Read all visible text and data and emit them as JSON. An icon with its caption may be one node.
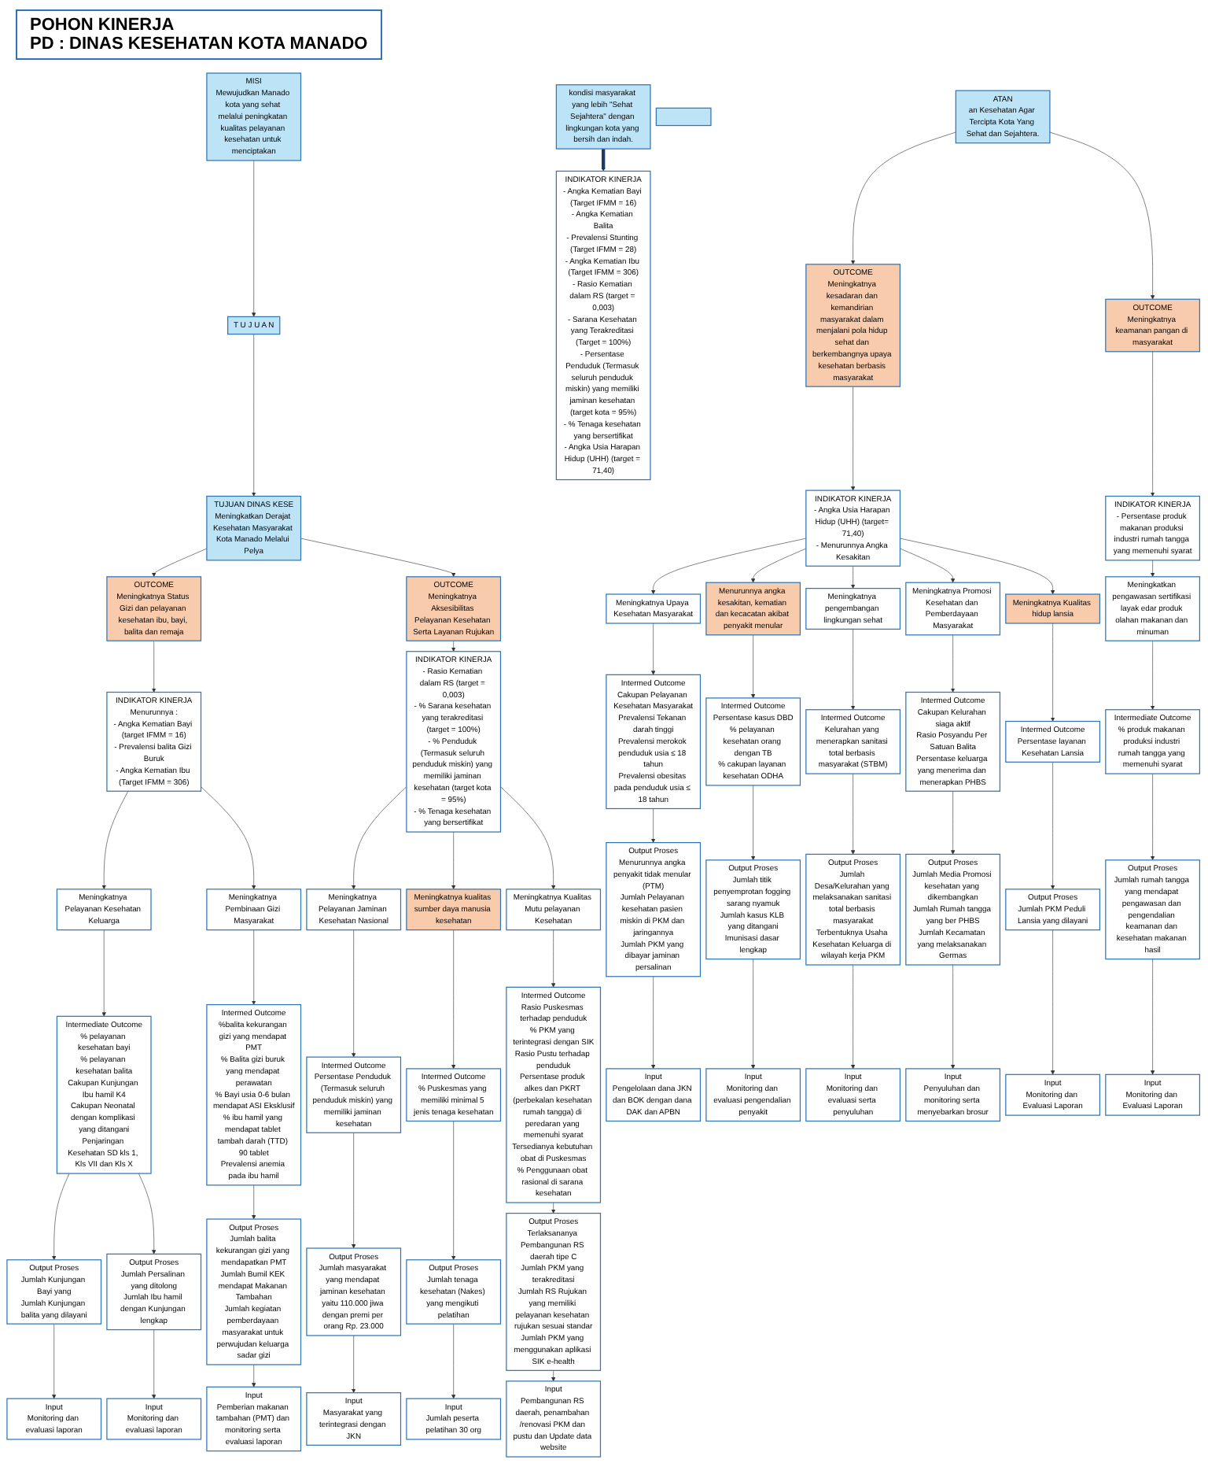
{
  "diagram": {
    "title": "POHON KINERJA",
    "nodes": [
      {
        "text": [
          "MISI",
          "Mewujudkan Manado kota yang sehat melalui peningkatan kualitas pelayanan kesehatan untuk menciptakan"
        ]
      },
      {
        "text": [
          "T U J U A N"
        ]
      },
      {
        "text": [
          "TUJUAN DINAS KESE",
          "Meningkatkan Derajat Kesehatan Masyarakat Kota Manado Melalui Pelya"
        ]
      },
      {
        "text": [
          "OUTCOME",
          "Meningkatnya Status Gizi dan pelayanan kesehatan ibu, bayi, balita dan remaja"
        ]
      },
      {
        "text": [
          "INDIKATOR KINERJA",
          "Menurunnya :",
          "- Angka Kematian Bayi (target IFMM = 16)",
          "- Prevalensi balita Gizi Buruk",
          "- Angka Kematian Ibu (Target IFMM = 306)"
        ]
      },
      {
        "text": [
          "Meningkatnya Pelayanan Kesehatan Keluarga"
        ]
      },
      {
        "text": [
          "Intermediate Outcome",
          "% pelayanan kesehatan bayi",
          "% pelayanan kesehatan balita",
          "Cakupan Kunjungan Ibu hamil K4",
          "Cakupan Neonatal dengan komplikasi yang ditangani",
          "Penjaringan Kesehatan SD kls 1, Kls VII dan Kls X"
        ]
      },
      {
        "text": [
          "Output Proses",
          "Jumlah Kunjungan Bayi yang",
          "Jumlah Kunjungan balita yang dilayani"
        ]
      },
      {
        "text": [
          "Output Proses",
          "Jumlah Persalinan yang ditolong",
          "Jumlah Ibu hamil dengan Kunjungan lengkap"
        ]
      },
      {
        "text": [
          "Input",
          "Monitoring dan evaluasi laporan"
        ]
      },
      {
        "text": [
          "Input",
          "Monitoring dan evaluasi laporan"
        ]
      },
      {
        "text": [
          "Meningkatnya Pembinaan Gizi Masyarakat"
        ]
      },
      {
        "text": [
          "Intermed Outcome",
          "%balita kekurangan gizi yang mendapat PMT",
          "% Balita gizi buruk yang mendapat perawatan",
          "% Bayi usia 0-6 bulan mendapat ASI Eksklusif",
          "% ibu hamil yang mendapat tablet tambah darah (TTD) 90 tablet",
          "Prevalensi anemia pada ibu hamil"
        ]
      },
      {
        "text": [
          "Output Proses",
          "Jumlah balita kekurangan gizi yang mendapatkan PMT",
          "Jumlah Bumil KEK mendapat Makanan Tambahan",
          "Jumlah kegiatan pemberdayaan masyarakat untuk perwujudan keluarga sadar gizi"
        ]
      },
      {
        "text": [
          "Input",
          "Pemberian makanan tambahan (PMT) dan monitoring serta evaluasi laporan"
        ]
      },
      {
        "text": [
          "OUTCOME",
          "Meningkatnya Aksesibilitas Pelayanan Kesehatan Serta Layanan Rujukan"
        ]
      },
      {
        "text": [
          "INDIKATOR KINERJA",
          "- Rasio Kematian dalam RS (target = 0,003)",
          "- % Sarana kesehatan yang terakreditasi (target = 100%)",
          "- % Penduduk (Termasuk seluruh penduduk miskin) yang memiliki jaminan kesehatan (target kota = 95%)",
          "- % Tenaga kesehatan yang bersertifikat"
        ]
      },
      {
        "text": [
          "Meningkatnya Pelayanan Jaminan Kesehatan Nasional"
        ]
      },
      {
        "text": [
          "Intermed Outcome",
          "Persentase Penduduk (Termasuk seluruh penduduk miskin) yang memiliki jaminan kesehatan"
        ]
      },
      {
        "text": [
          "Output Proses",
          "Jumlah masyarakat yang mendapat jaminan kesehatan yaitu 110.000 jiwa dengan premi per orang Rp. 23.000"
        ]
      },
      {
        "text": [
          "Input",
          "Masyarakat yang terintegrasi dengan JKN"
        ]
      },
      {
        "text": [
          "Meningkatnya kualitas sumber daya manusia kesehatan"
        ]
      },
      {
        "text": [
          "Intermed Outcome",
          "% Puskesmas yang memiliki minimal 5 jenis tenaga kesehatan"
        ]
      },
      {
        "text": [
          "Output Proses",
          "Jumlah tenaga kesehatan (Nakes) yang mengikuti pelatihan"
        ]
      },
      {
        "text": [
          "Input",
          "Jumlah peserta pelatihan 30 org"
        ]
      },
      {
        "text": [
          "Meningkatnya Kualitas Mutu pelayanan Kesehatan"
        ]
      },
      {
        "text": [
          "Intermed Outcome",
          "Rasio Puskesmas terhadap penduduk",
          "% PKM yang terintegrasi dengan SIK",
          "Rasio Pustu terhadap penduduk",
          "Persentase produk alkes dan PKRT (perbekalan kesehatan rumah tangga) di peredaran yang memenuhi syarat",
          "Tersedianya kebutuhan obat di Puskesmas",
          "% Penggunaan obat rasional di sarana kesehatan"
        ]
      },
      {
        "text": [
          "Output Proses",
          "Terlaksananya Pembangunan RS daerah tipe C",
          "Jumlah PKM yang terakreditasi",
          "Jumlah RS Rujukan yang memiliki pelayanan kesehatan rujukan sesuai standar",
          "Jumlah PKM yang menggunakan aplikasi SIK e-health"
        ]
      },
      {
        "text": [
          "Input",
          "Pembangunan RS daerah, penambahan /renovasi PKM dan pustu dan Update data website"
        ]
      },
      {
        "text": [
          "kondisi masyarakat yang lebih \"Sehat Sejahtera\" dengan lingkungan kota yang bersih dan indah."
        ]
      },
      {
        "text": [],
        "shape": "box"
      },
      {
        "text": [
          "ATAN",
          "an Kesehatan Agar Tercipta Kota Yang Sehat dan Sejahtera."
        ]
      },
      {
        "text": [
          "INDIKATOR KINERJA",
          "- Angka Kematian Bayi (Target IFMM = 16)",
          "- Angka Kematian Balita",
          "- Prevalensi Stunting (Target IFMM = 28)",
          "- Angka Kematian Ibu (Target IFMM = 306)",
          "- Rasio Kematian dalam RS (target = 0,003)",
          "- Sarana Kesehatan yang Terakreditasi (Target = 100%)",
          "- Persentase Penduduk (Termasuk seluruh penduduk miskin) yang memiliki jaminan kesehatan (target kota = 95%)",
          "- % Tenaga kesehatan yang bersertifikat",
          "- Angka Usia Harapan Hidup (UHH) (target = 71,40)"
        ]
      },
      {
        "text": [
          "OUTCOME",
          "Meningkatnya kesadaran dan kemandirian masyarakat dalam menjalani pola hidup sehat dan berkembangnya upaya kesehatan berbasis masyarakat"
        ]
      },
      {
        "text": [
          "INDIKATOR KINERJA",
          "- Angka Usia Harapan Hidup (UHH) (target= 71,40)",
          "- Menurunnya Angka Kesakitan"
        ]
      },
      {
        "text": [
          "Meningkatnya Upaya Kesehatan Masyarakat"
        ]
      },
      {
        "text": [
          "Intermed Outcome",
          "Cakupan Pelayanan Kesehatan Masyarakat",
          "Prevalensi Tekanan darah tinggi",
          "Prevalensi merokok penduduk usia ≤ 18 tahun",
          "Prevalensi obesitas pada penduduk usia ≤ 18 tahun"
        ]
      },
      {
        "text": [
          "Output Proses",
          "Menurunnya angka penyakit tidak menular (PTM)",
          "Jumlah Pelayanan kesehatan pasien miskin di PKM dan jaringannya",
          "Jumlah PKM yang dibayar jaminan persalinan"
        ]
      },
      {
        "text": [
          "Input",
          "Pengelolaan dana JKN dan BOK dengan dana DAK dan APBN"
        ]
      },
      {
        "text": [
          "Menurunnya angka kesakitan, kematian dan kecacatan akibat penyakit menular"
        ]
      },
      {
        "text": [
          "Intermed Outcome",
          "Persentase kasus DBD",
          "% pelayanan kesehatan orang dengan TB",
          "% cakupan layanan kesehatan ODHA"
        ]
      },
      {
        "text": [
          "Output Proses",
          "Jumlah titik penyemprotan fogging sarang nyamuk",
          "Jumlah kasus KLB yang ditangani",
          "Imunisasi dasar lengkap"
        ]
      },
      {
        "text": [
          "Input",
          "Monitoring dan evaluasi pengendalian penyakit"
        ]
      },
      {
        "text": [
          "Meningkatnya pengembangan lingkungan sehat"
        ]
      },
      {
        "text": [
          "Intermed Outcome",
          "Kelurahan yang menerapkan sanitasi total berbasis masyarakat (STBM)"
        ]
      },
      {
        "text": [
          "Output Proses",
          "Jumlah Desa/Kelurahan yang melaksanakan sanitasi total berbasis masyarakat",
          "Terbentuknya Usaha Kesehatan Keluarga di wilayah kerja PKM"
        ]
      },
      {
        "text": [
          "Input",
          "Monitoring dan evaluasi serta penyuluhan"
        ]
      },
      {
        "text": [
          "Meningkatnya Promosi Kesehatan dan Pemberdayaan Masyarakat"
        ]
      },
      {
        "text": [
          "Intermed Outcome",
          "Cakupan Kelurahan siaga aktif",
          "Rasio Posyandu Per Satuan Balita",
          "Persentase keluarga yang menerima dan menerapkan PHBS"
        ]
      },
      {
        "text": [
          "Output Proses",
          "Jumlah Media Promosi kesehatan yang dikembangkan",
          "Jumlah Rumah tangga yang ber PHBS",
          "Jumlah Kecamatan yang melaksanakan Germas"
        ]
      },
      {
        "text": [
          "Input",
          "Penyuluhan dan monitoring serta menyebarkan brosur"
        ]
      },
      {
        "text": [
          "Meningkatnya Kualitas hidup lansia"
        ]
      },
      {
        "text": [
          "Intermed Outcome",
          "Persentase layanan Kesehatan Lansia"
        ]
      },
      {
        "text": [
          "Output Proses",
          "Jumlah PKM Peduli Lansia yang dilayani"
        ]
      },
      {
        "text": [
          "Input",
          "Monitoring dan Evaluasi Laporan"
        ]
      },
      {
        "text": [
          "OUTCOME",
          "Meningkatnya keamanan pangan di masyarakat"
        ]
      },
      {
        "text": [
          "INDIKATOR KINERJA",
          "- Persentase produk makanan produksi industri rumah tangga yang memenuhi syarat"
        ]
      },
      {
        "text": [
          "Meningkatkan pengawasan sertifikasi layak edar produk olahan makanan dan minuman"
        ]
      },
      {
        "text": [
          "Intermediate Outcome",
          "% produk makanan produksi industri rumah tangga yang memenuhi syarat"
        ]
      },
      {
        "text": [
          "Output Proses",
          "Jumlah rumah tangga yang mendapat pengawasan dan pengendalian keamanan dan kesehatan makanan hasil"
        ]
      },
      {
        "text": [
          "Input",
          "Monitoring dan Evaluasi Laporan"
        ]
      }
    ],
    "edges": [
      {
        "from": 0,
        "to": 1,
        "arrow": "to"
      },
      {
        "from": 1,
        "to": 2,
        "arrow": "to"
      },
      {
        "from": 2,
        "to": 3,
        "arrow": "to"
      },
      {
        "from": 2,
        "to": 15,
        "arrow": "to"
      },
      {
        "from": 3,
        "to": 4,
        "arrow": "to"
      },
      {
        "from": 4,
        "to": 5,
        "arrow": "to"
      },
      {
        "from": 4,
        "to": 11,
        "arrow": "to"
      },
      {
        "from": 5,
        "to": 6,
        "arrow": "to"
      },
      {
        "from": 6,
        "to": 7,
        "arrow": "to"
      },
      {
        "from": 6,
        "to": 8,
        "arrow": "to"
      },
      {
        "from": 7,
        "to": 9,
        "arrow": "to"
      },
      {
        "from": 8,
        "to": 10,
        "arrow": "to"
      },
      {
        "from": 11,
        "to": 12,
        "arrow": "to"
      },
      {
        "from": 12,
        "to": 13,
        "arrow": "to"
      },
      {
        "from": 13,
        "to": 14,
        "arrow": "to"
      },
      {
        "from": 15,
        "to": 16,
        "arrow": "to"
      },
      {
        "from": 16,
        "to": 17,
        "arrow": "to"
      },
      {
        "from": 16,
        "to": 21,
        "arrow": "to"
      },
      {
        "from": 16,
        "to": 25,
        "arrow": "to"
      },
      {
        "from": 17,
        "to": 18,
        "arrow": "to"
      },
      {
        "from": 18,
        "to": 19,
        "arrow": "to"
      },
      {
        "from": 19,
        "to": 20,
        "arrow": "to"
      },
      {
        "from": 21,
        "to": 22,
        "arrow": "to"
      },
      {
        "from": 22,
        "to": 23,
        "arrow": "to"
      },
      {
        "from": 23,
        "to": 24,
        "arrow": "to"
      },
      {
        "from": 25,
        "to": 26,
        "arrow": "to"
      },
      {
        "from": 26,
        "to": 27,
        "arrow": "to"
      },
      {
        "from": 27,
        "to": 28,
        "arrow": "to"
      },
      {
        "from": 29,
        "to": 32,
        "arrow": "to",
        "style": "thick",
        "color": "#1f3864"
      },
      {
        "from": 31,
        "to": 33,
        "arrow": "to"
      },
      {
        "from": 31,
        "to": 55,
        "arrow": "to"
      },
      {
        "from": 33,
        "to": 34,
        "arrow": "to"
      },
      {
        "from": 34,
        "to": 35,
        "arrow": "to"
      },
      {
        "from": 34,
        "to": 39,
        "arrow": "to"
      },
      {
        "from": 34,
        "to": 43,
        "arrow": "to"
      },
      {
        "from": 34,
        "to": 47,
        "arrow": "to"
      },
      {
        "from": 34,
        "to": 51,
        "arrow": "to"
      },
      {
        "from": 35,
        "to": 36,
        "arrow": "to"
      },
      {
        "from": 36,
        "to": 37,
        "arrow": "to"
      },
      {
        "from": 37,
        "to": 38,
        "arrow": "to"
      },
      {
        "from": 39,
        "to": 40,
        "arrow": "to"
      },
      {
        "from": 40,
        "to": 41,
        "arrow": "to"
      },
      {
        "from": 41,
        "to": 42,
        "arrow": "to"
      },
      {
        "from": 43,
        "to": 44,
        "arrow": "to"
      },
      {
        "from": 44,
        "to": 45,
        "arrow": "to"
      },
      {
        "from": 45,
        "to": 46,
        "arrow": "to"
      },
      {
        "from": 47,
        "to": 48,
        "arrow": "to"
      },
      {
        "from": 48,
        "to": 49,
        "arrow": "to"
      },
      {
        "from": 49,
        "to": 50,
        "arrow": "to"
      },
      {
        "from": 51,
        "to": 52,
        "arrow": "to"
      },
      {
        "from": 52,
        "to": 53,
        "arrow": "to"
      },
      {
        "from": 53,
        "to": 54,
        "arrow": "to"
      },
      {
        "from": 55,
        "to": 56,
        "arrow": "to"
      },
      {
        "from": 56,
        "to": 57,
        "arrow": "to"
      },
      {
        "from": 57,
        "to": 58,
        "arrow": "to"
      },
      {
        "from": 58,
        "to": 59,
        "arrow": "to"
      },
      {
        "from": 59,
        "to": 60,
        "arrow": "to"
      }
    ],
    "labels": [
      "PD : DINAS KESEHATAN KOTA MANADO"
    ]
  }
}
